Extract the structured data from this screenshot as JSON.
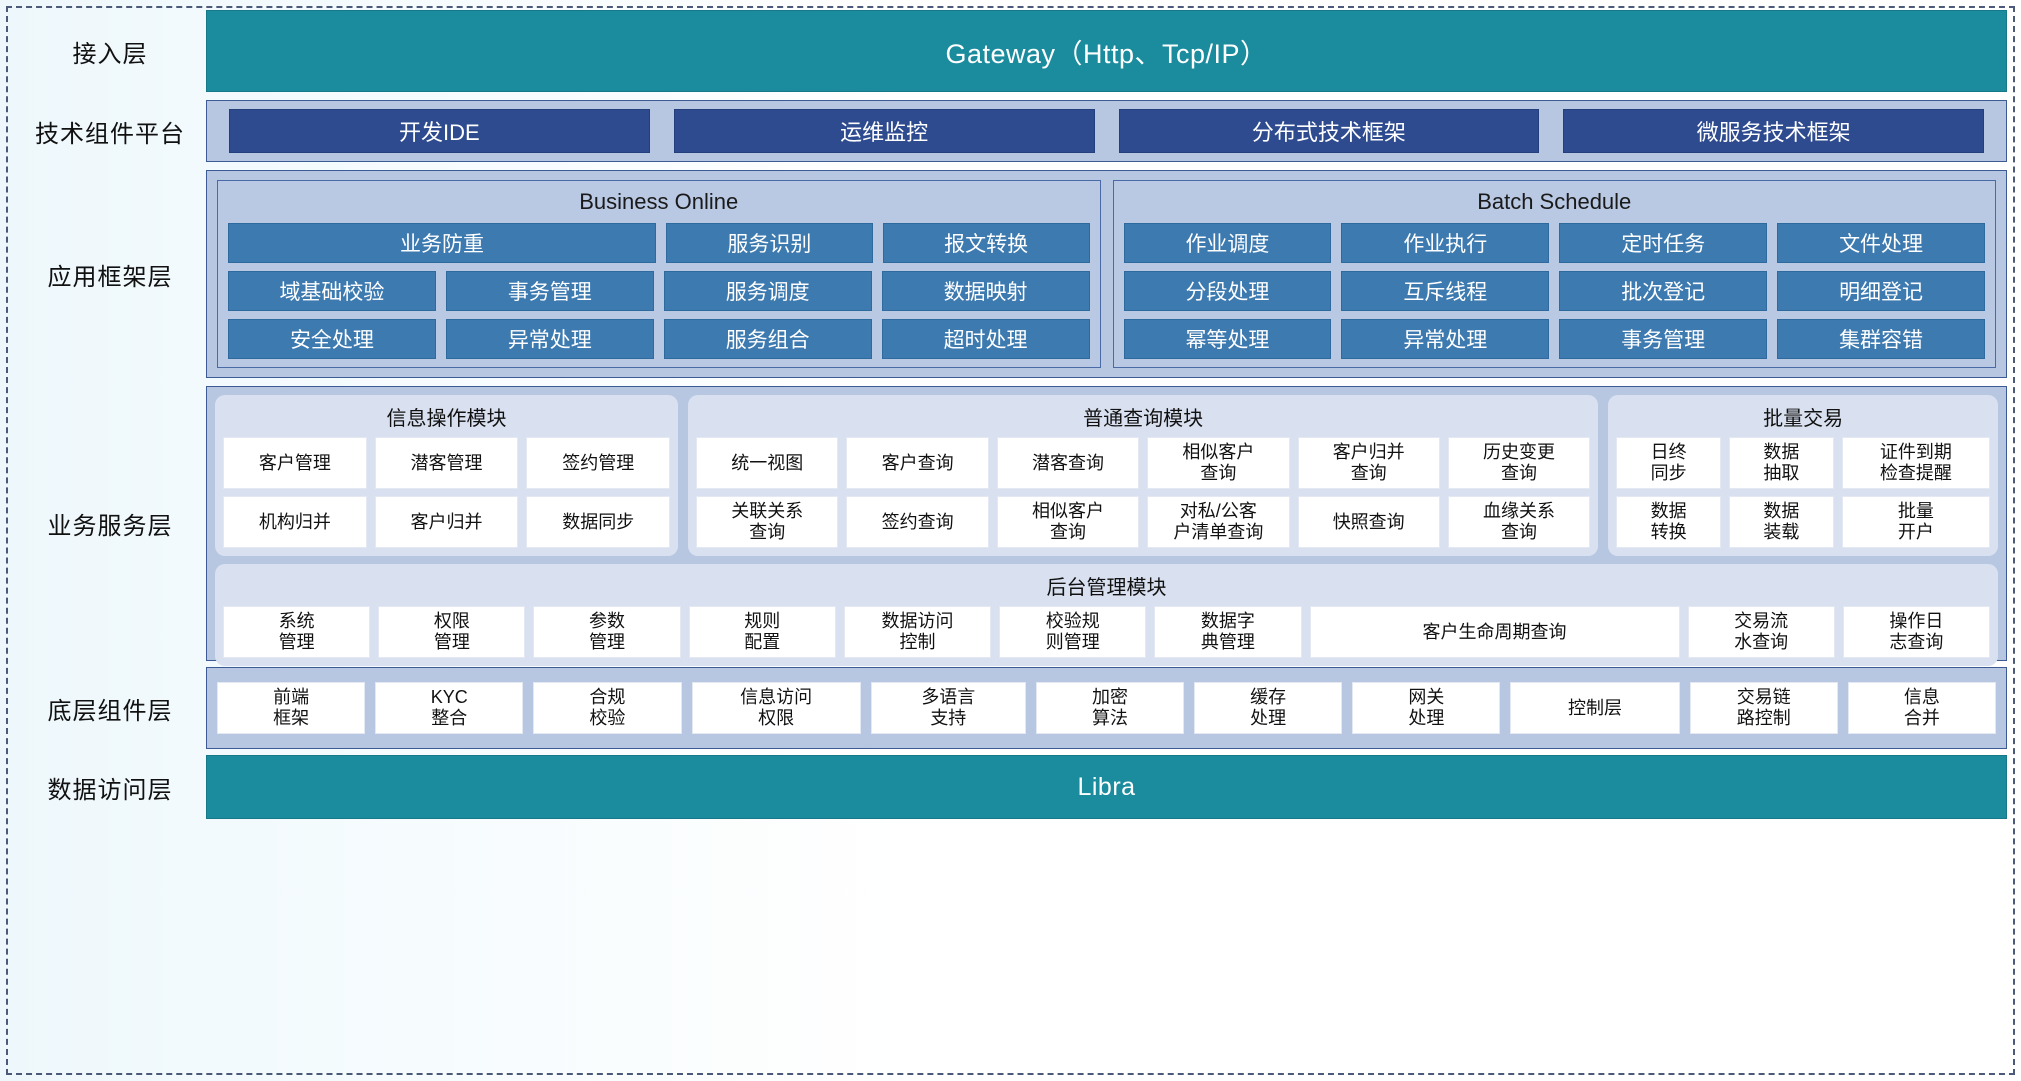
{
  "layers": {
    "access": "接入层",
    "tech_platform": "技术组件平台",
    "app_framework": "应用框架层",
    "business_service": "业务服务层",
    "bottom_component": "底层组件层",
    "data_access": "数据访问层"
  },
  "gateway": {
    "label": "Gateway（Http、Tcp/IP）"
  },
  "libra": {
    "label": "Libra"
  },
  "tech_components": [
    "开发IDE",
    "运维监控",
    "分布式技术框架",
    "微服务技术框架"
  ],
  "app_framework": {
    "business_online": {
      "title": "Business Online",
      "rows": [
        [
          {
            "label": "业务防重",
            "span": 2
          },
          {
            "label": "服务识别",
            "span": 1
          },
          {
            "label": "报文转换",
            "span": 1
          }
        ],
        [
          {
            "label": "域基础校验",
            "span": 1
          },
          {
            "label": "事务管理",
            "span": 1
          },
          {
            "label": "服务调度",
            "span": 1
          },
          {
            "label": "数据映射",
            "span": 1
          }
        ],
        [
          {
            "label": "安全处理",
            "span": 1
          },
          {
            "label": "异常处理",
            "span": 1
          },
          {
            "label": "服务组合",
            "span": 1
          },
          {
            "label": "超时处理",
            "span": 1
          }
        ]
      ]
    },
    "batch_schedule": {
      "title": "Batch Schedule",
      "rows": [
        [
          {
            "label": "作业调度",
            "span": 1
          },
          {
            "label": "作业执行",
            "span": 1
          },
          {
            "label": "定时任务",
            "span": 1
          },
          {
            "label": "文件处理",
            "span": 1
          }
        ],
        [
          {
            "label": "分段处理",
            "span": 1
          },
          {
            "label": "互斥线程",
            "span": 1
          },
          {
            "label": "批次登记",
            "span": 1
          },
          {
            "label": "明细登记",
            "span": 1
          }
        ],
        [
          {
            "label": "幂等处理",
            "span": 1
          },
          {
            "label": "异常处理",
            "span": 1
          },
          {
            "label": "事务管理",
            "span": 1
          },
          {
            "label": "集群容错",
            "span": 1
          }
        ]
      ]
    }
  },
  "business_service": {
    "info_module": {
      "title": "信息操作模块",
      "rows": [
        [
          "客户管理",
          "潜客管理",
          "签约管理"
        ],
        [
          "机构归并",
          "客户归并",
          "数据同步"
        ]
      ]
    },
    "query_module": {
      "title": "普通查询模块",
      "rows": [
        [
          "统一视图",
          "客户查询",
          "潜客查询",
          "相似客户\n查询",
          "客户归并\n查询",
          "历史变更\n查询"
        ],
        [
          "关联关系\n查询",
          "签约查询",
          "相似客户\n查询",
          "对私/公客\n户清单查询",
          "快照查询",
          "血缘关系\n查询"
        ]
      ]
    },
    "batch_module": {
      "title": "批量交易",
      "rows": [
        [
          "日终\n同步",
          "数据\n抽取",
          "证件到期\n检查提醒"
        ],
        [
          "数据\n转换",
          "数据\n装载",
          "批量\n开户"
        ]
      ]
    },
    "backend_module": {
      "title": "后台管理模块",
      "items": [
        {
          "label": "系统\n管理",
          "flex": 1
        },
        {
          "label": "权限\n管理",
          "flex": 1
        },
        {
          "label": "参数\n管理",
          "flex": 1
        },
        {
          "label": "规则\n配置",
          "flex": 1
        },
        {
          "label": "数据访问\n控制",
          "flex": 1
        },
        {
          "label": "校验规\n则管理",
          "flex": 1
        },
        {
          "label": "数据字\n典管理",
          "flex": 1
        },
        {
          "label": "客户生命周期查询",
          "flex": 2.6
        },
        {
          "label": "交易流\n水查询",
          "flex": 1
        },
        {
          "label": "操作日\n志查询",
          "flex": 1
        }
      ]
    }
  },
  "bottom_components": [
    {
      "label": "前端\n框架",
      "flex": 1
    },
    {
      "label": "KYC\n整合",
      "flex": 1
    },
    {
      "label": "合规\n校验",
      "flex": 1
    },
    {
      "label": "信息访问\n权限",
      "flex": 1.15
    },
    {
      "label": "多语言\n支持",
      "flex": 1.05
    },
    {
      "label": "加密\n算法",
      "flex": 1
    },
    {
      "label": "缓存\n处理",
      "flex": 1
    },
    {
      "label": "网关\n处理",
      "flex": 1
    },
    {
      "label": "控制层",
      "flex": 1.15
    },
    {
      "label": "交易链\n路控制",
      "flex": 1
    },
    {
      "label": "信息\n合并",
      "flex": 1
    }
  ],
  "colors": {
    "teal": "#1b8c9e",
    "navy_chip": "#2e4b8f",
    "blue_chip": "#3d7ab0",
    "panel_bg": "#b7c7e2",
    "module_bg": "#d9e1f0",
    "cell_bg": "#ffffff",
    "border": "#3c5a93"
  }
}
